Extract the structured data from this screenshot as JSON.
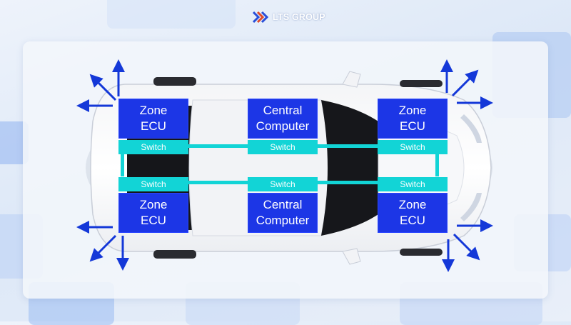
{
  "brand": {
    "logo_text": "LTS GROUP"
  },
  "diagram": {
    "ecus": [
      {
        "label": "Zone\nECU"
      },
      {
        "label": "Central\nComputer"
      },
      {
        "label": "Zone\nECU"
      },
      {
        "label": "Zone\nECU"
      },
      {
        "label": "Central\nComputer"
      },
      {
        "label": "Zone\nECU"
      }
    ],
    "switches": [
      {
        "label": "Switch"
      },
      {
        "label": "Switch"
      },
      {
        "label": "Switch"
      },
      {
        "label": "Switch"
      },
      {
        "label": "Switch"
      },
      {
        "label": "Switch"
      }
    ]
  },
  "colors": {
    "ecu_fill": "#1c36e6",
    "switch_fill": "#12d4d6",
    "arrow": "#1438d8",
    "car_body": "#ffffff",
    "window": "#1b1b1f"
  }
}
